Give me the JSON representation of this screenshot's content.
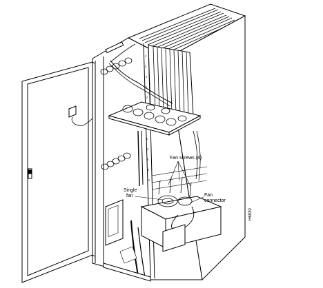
{
  "labels": {
    "fan_screws": "Fan screws (4)",
    "single_fan_line1": "Single",
    "single_fan_line2": "fan",
    "fan_connector_line1": "Fan",
    "fan_connector_line2": "connector",
    "figure_id": "H6930"
  },
  "colors": {
    "line": "#000000",
    "background": "#ffffff",
    "shade": "#888888"
  }
}
